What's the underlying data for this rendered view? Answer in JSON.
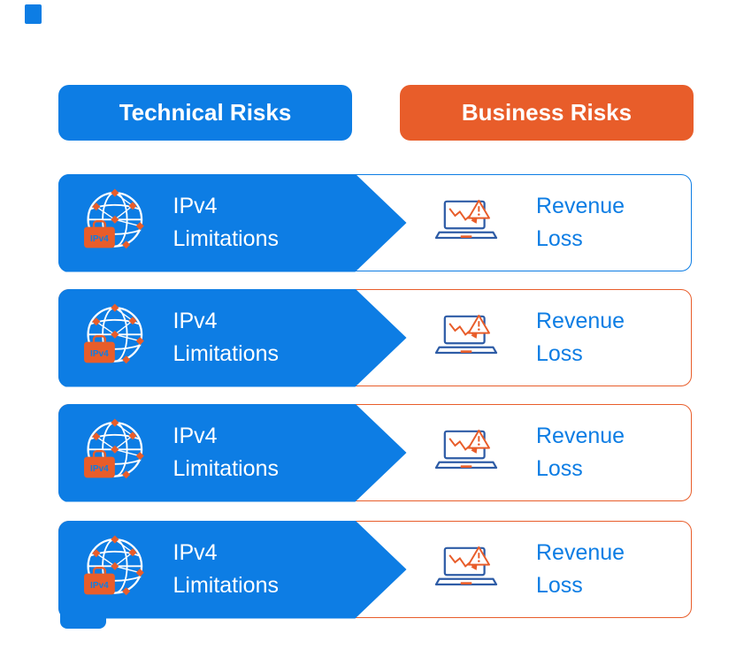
{
  "headers": {
    "technical": "Technical Risks",
    "business": "Business Risks"
  },
  "icons": {
    "ipv4_badge": "IPv4",
    "technical_icon": "globe-network-ipv4-icon",
    "business_icon": "laptop-revenue-decline-icon"
  },
  "colors": {
    "blue": "#0d7de4",
    "orange": "#e85d2a",
    "laptop_outline": "#2e5ca6",
    "label_text_blue": "#0d7de4",
    "label_text_white": "#ffffff"
  },
  "rows": [
    {
      "technical_label": "IPv4 Limitations",
      "business_label": "Revenue Loss",
      "border_color": "#0d7de4"
    },
    {
      "technical_label": "IPv4 Limitations",
      "business_label": "Revenue Loss",
      "border_color": "#e85d2a"
    },
    {
      "technical_label": "IPv4 Limitations",
      "business_label": "Revenue Loss",
      "border_color": "#e85d2a"
    },
    {
      "technical_label": "IPv4 Limitations",
      "business_label": "Revenue Loss",
      "border_color": "#e85d2a"
    }
  ]
}
